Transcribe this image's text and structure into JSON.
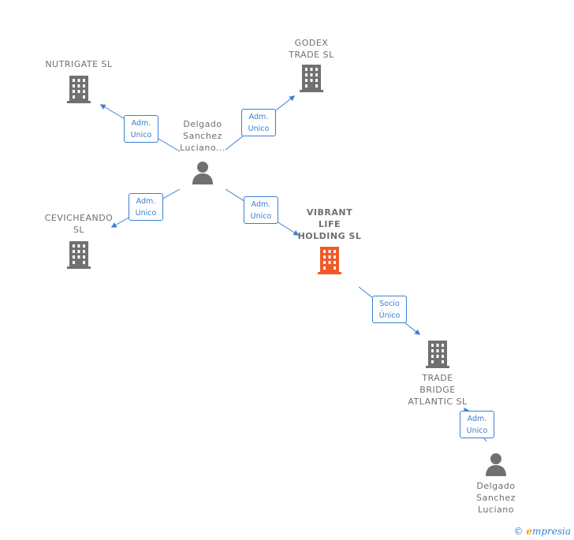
{
  "nodes": {
    "nutrigate": {
      "label": "NUTRIGATE  SL"
    },
    "godex": {
      "label": "GODEX\nTRADE  SL"
    },
    "delgado_top": {
      "label": "Delgado\nSanchez\nLuciano..."
    },
    "cevicheando": {
      "label": "CEVICHEANDO\nSL"
    },
    "vibrant": {
      "label": "VIBRANT\nLIFE\nHOLDING  SL"
    },
    "trade_bridge": {
      "label": "TRADE\nBRIDGE\nATLANTIC  SL"
    },
    "delgado_bottom": {
      "label": "Delgado\nSanchez\nLuciano"
    }
  },
  "relations": {
    "r1": {
      "line1": "Adm.",
      "line2": "Unico"
    },
    "r2": {
      "line1": "Adm.",
      "line2": "Unico"
    },
    "r3": {
      "line1": "Adm.",
      "line2": "Unico"
    },
    "r4": {
      "line1": "Adm.",
      "line2": "Unico"
    },
    "r5": {
      "line1": "Socio",
      "line2": "Único"
    },
    "r6": {
      "line1": "Adm.",
      "line2": "Unico"
    }
  },
  "colors": {
    "building": "#707070",
    "highlight": "#f05a28",
    "edge": "#3a7fd0",
    "person": "#707070"
  },
  "brand": {
    "copyright": "©",
    "e": "e",
    "name": "mpresia"
  }
}
